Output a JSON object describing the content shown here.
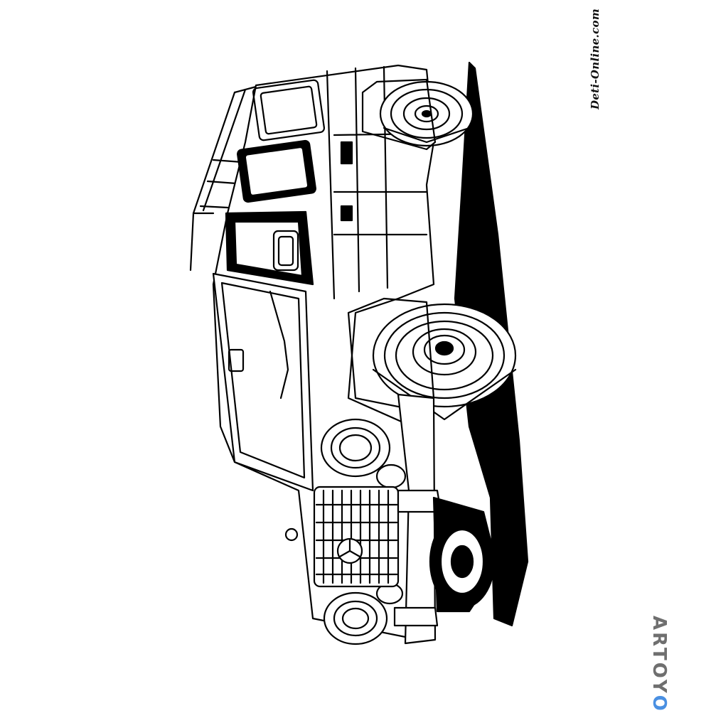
{
  "watermark": {
    "site": "Deti-Online.com"
  },
  "brand": {
    "name_main": "ARTOY",
    "name_tail": "O",
    "accent_color": "#4a90e2"
  },
  "illustration": {
    "subject": "off-road-suv-icon",
    "style": "black-and-white line art"
  }
}
